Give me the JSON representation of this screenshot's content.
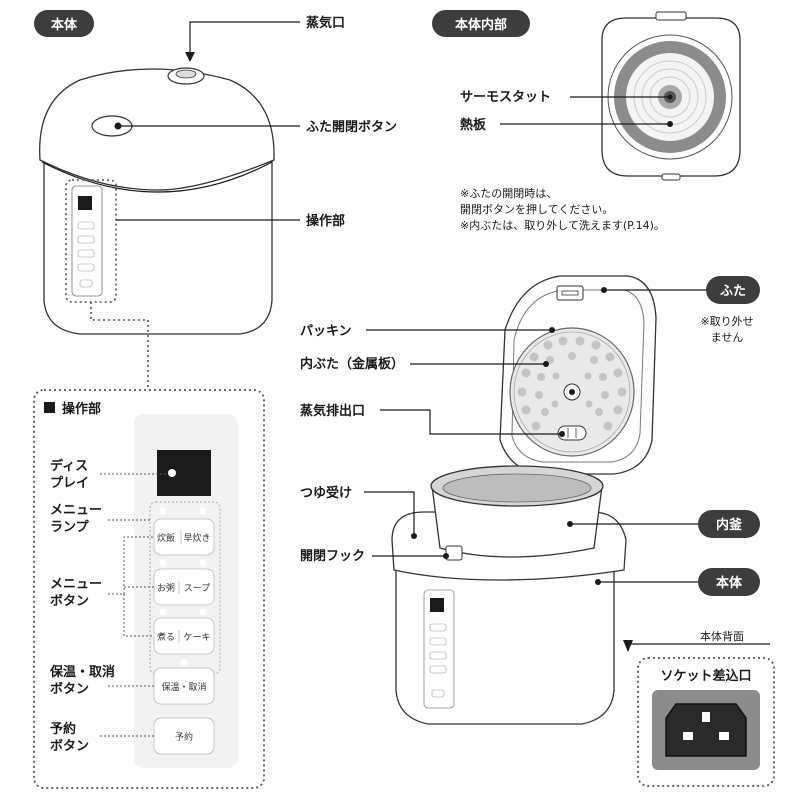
{
  "sections": {
    "main_body": "本体",
    "body_inside": "本体内部",
    "control_panel": "操作部"
  },
  "labels": {
    "steam_vent": "蒸気口",
    "lid_button": "ふた開閉ボタン",
    "control_panel": "操作部",
    "thermostat": "サーモスタット",
    "heating_plate": "熱板",
    "packing": "パッキン",
    "inner_lid": "内ぶた（金属板）",
    "steam_outlet": "蒸気排出口",
    "drip_tray": "つゆ受け",
    "open_hook": "開閉フック",
    "lid_pill": "ふた",
    "inner_pot_pill": "内釜",
    "body_pill": "本体",
    "back_side": "本体背面",
    "socket": "ソケット差込口",
    "display": [
      "ディス",
      "プレイ"
    ],
    "menu_lamp": [
      "メニュー",
      "ランプ"
    ],
    "menu_button": [
      "メニュー",
      "ボタン"
    ],
    "keep_cancel": [
      "保温・取消",
      "ボタン"
    ],
    "timer_button": [
      "予約",
      "ボタン"
    ]
  },
  "notes": {
    "lid_open_1": "※ふたの開閉時は、",
    "lid_open_2": "開閉ボタンを押してください。",
    "inner_lid_wash": "※内ぶたは、取り外して洗えます(P.14)。",
    "not_removable_1": "※取り外せ",
    "not_removable_2": "ません"
  },
  "panel_buttons": {
    "cook_rice": "炊飯",
    "quick_cook": "早炊き",
    "porridge": "お粥",
    "soup": "スープ",
    "simmer": "煮る",
    "cake": "ケーキ",
    "keep_warm_cancel": "保温・取消",
    "timer": "予約"
  },
  "colors": {
    "pill_bg": "#3d3d3d",
    "display_bg": "#1a1a1a",
    "panel_bg": "#f2f2f2",
    "plate_ring": "#8c8c8c"
  }
}
